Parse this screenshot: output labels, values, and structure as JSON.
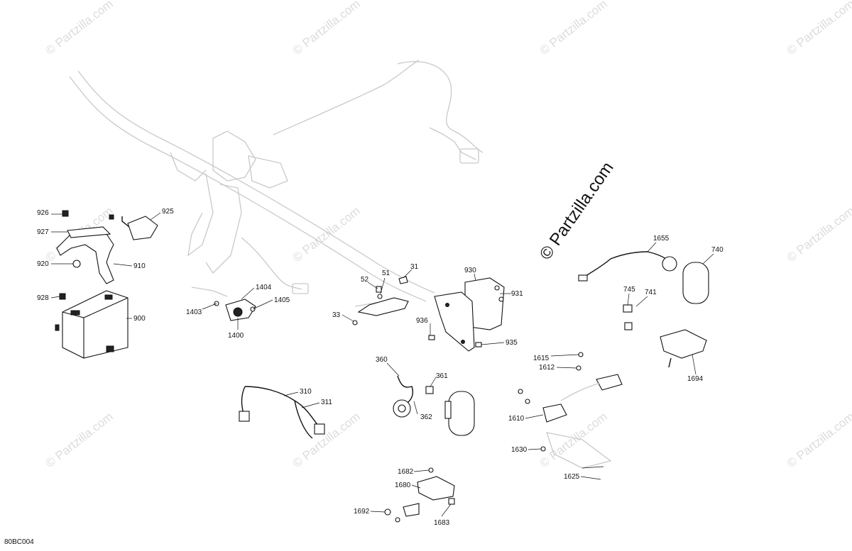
{
  "watermark": {
    "tile_text": "© Partzilla.com",
    "main_text": "© Partzilla.com"
  },
  "diagram_code": "80BC004",
  "callouts": [
    {
      "id": "926",
      "label": "926"
    },
    {
      "id": "925",
      "label": "925"
    },
    {
      "id": "927",
      "label": "927"
    },
    {
      "id": "920",
      "label": "920"
    },
    {
      "id": "910",
      "label": "910"
    },
    {
      "id": "928",
      "label": "928"
    },
    {
      "id": "900",
      "label": "900"
    },
    {
      "id": "1404",
      "label": "1404"
    },
    {
      "id": "1403",
      "label": "1403"
    },
    {
      "id": "1405",
      "label": "1405"
    },
    {
      "id": "1400",
      "label": "1400"
    },
    {
      "id": "52",
      "label": "52"
    },
    {
      "id": "51",
      "label": "51"
    },
    {
      "id": "31",
      "label": "31"
    },
    {
      "id": "33",
      "label": "33"
    },
    {
      "id": "930",
      "label": "930"
    },
    {
      "id": "931",
      "label": "931"
    },
    {
      "id": "936",
      "label": "936"
    },
    {
      "id": "935",
      "label": "935"
    },
    {
      "id": "1655",
      "label": "1655"
    },
    {
      "id": "740",
      "label": "740"
    },
    {
      "id": "745",
      "label": "745"
    },
    {
      "id": "741",
      "label": "741"
    },
    {
      "id": "1694",
      "label": "1694"
    },
    {
      "id": "360",
      "label": "360"
    },
    {
      "id": "361",
      "label": "361"
    },
    {
      "id": "362",
      "label": "362"
    },
    {
      "id": "310",
      "label": "310"
    },
    {
      "id": "311",
      "label": "311"
    },
    {
      "id": "1615",
      "label": "1615"
    },
    {
      "id": "1612",
      "label": "1612"
    },
    {
      "id": "1610",
      "label": "1610"
    },
    {
      "id": "1630",
      "label": "1630"
    },
    {
      "id": "1625",
      "label": "1625"
    },
    {
      "id": "1682",
      "label": "1682"
    },
    {
      "id": "1680",
      "label": "1680"
    },
    {
      "id": "1692",
      "label": "1692"
    },
    {
      "id": "1683",
      "label": "1683"
    }
  ]
}
